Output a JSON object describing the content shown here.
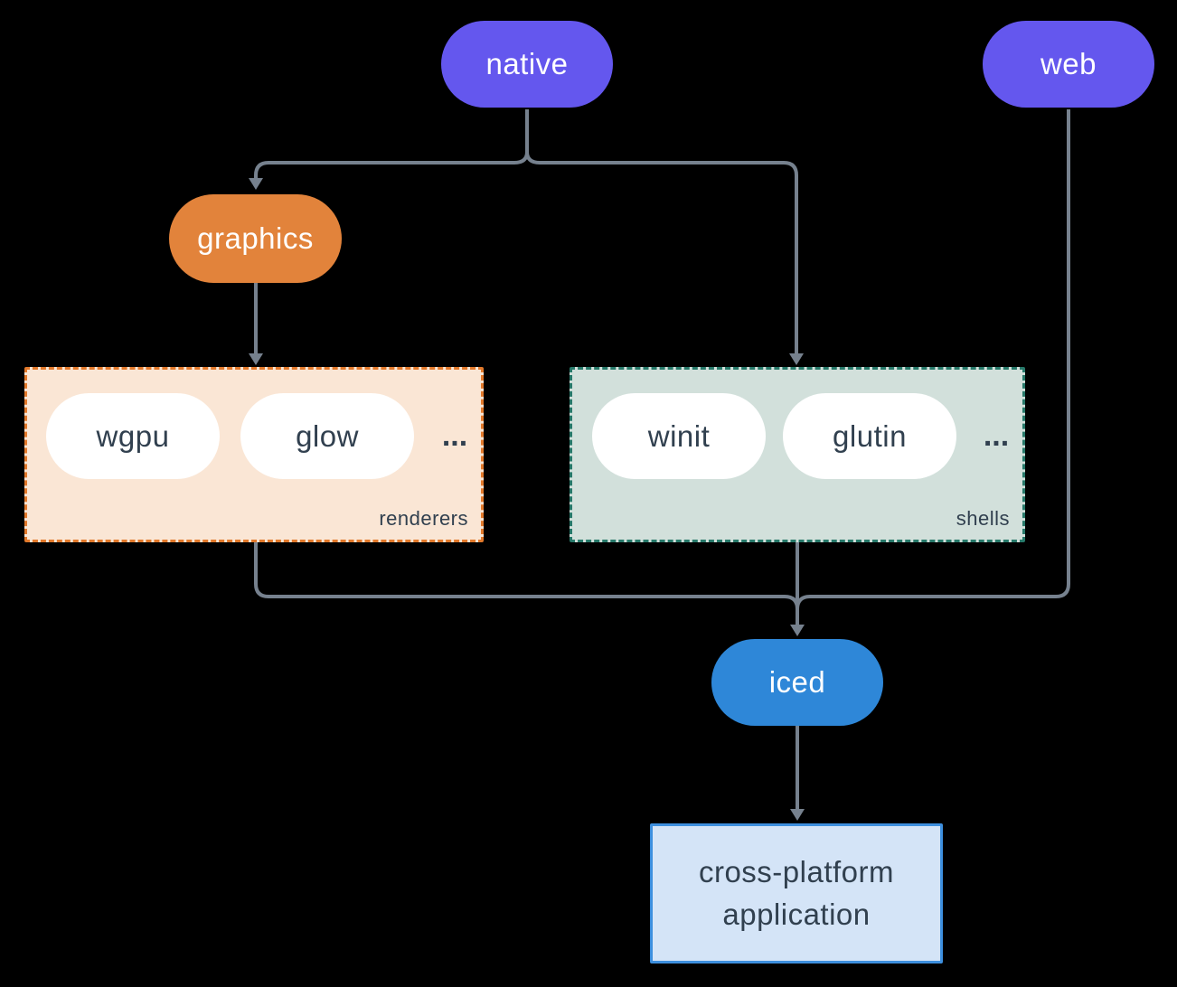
{
  "diagram": {
    "nodes": {
      "native": {
        "label": "native",
        "color": "#6457EE"
      },
      "web": {
        "label": "web",
        "color": "#6457EE"
      },
      "graphics": {
        "label": "graphics",
        "color": "#E2833B"
      },
      "iced": {
        "label": "iced",
        "color": "#2E87D8"
      },
      "application": {
        "label": "cross-platform application"
      }
    },
    "groups": {
      "renderers": {
        "label": "renderers",
        "items": [
          "wgpu",
          "glow"
        ],
        "ellipsis": "..."
      },
      "shells": {
        "label": "shells",
        "items": [
          "winit",
          "glutin"
        ],
        "ellipsis": "..."
      }
    },
    "edges": [
      {
        "from": "native",
        "to": "graphics"
      },
      {
        "from": "native",
        "to": "shells"
      },
      {
        "from": "graphics",
        "to": "renderers"
      },
      {
        "from": "renderers",
        "to": "iced"
      },
      {
        "from": "shells",
        "to": "iced"
      },
      {
        "from": "web",
        "to": "iced"
      },
      {
        "from": "iced",
        "to": "application"
      }
    ],
    "colors": {
      "background": "#000000",
      "native_web_pill": "#6457EE",
      "graphics_pill": "#E2833B",
      "iced_pill": "#2E87D8",
      "renderers_bg": "#FAE6D5",
      "renderers_border": "#E2792B",
      "shells_bg": "#D2E0DB",
      "shells_border": "#27796A",
      "application_bg": "#D4E4F7",
      "application_border": "#3D8FDE",
      "connector": "#76818E",
      "dark_text": "#31404F"
    }
  }
}
